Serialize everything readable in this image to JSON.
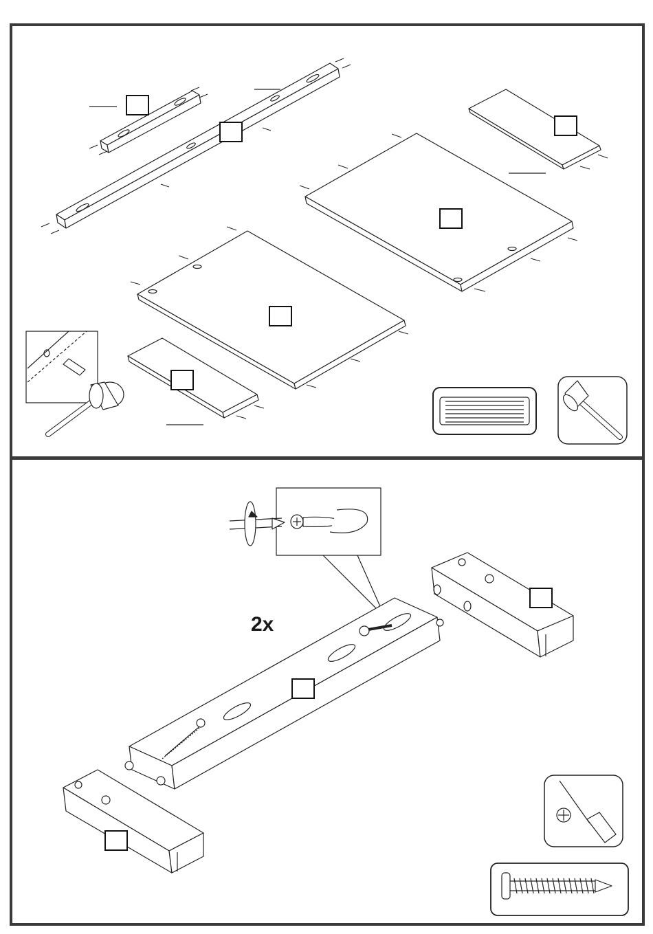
{
  "document": {
    "steps": [
      {
        "id": "step-1",
        "tools": [
          "mallet-icon",
          "dowel-bag-icon"
        ]
      },
      {
        "id": "step-2",
        "quantity_label": "2x",
        "tools": [
          "phillips-screwdriver-icon",
          "screw-icon"
        ]
      }
    ]
  }
}
